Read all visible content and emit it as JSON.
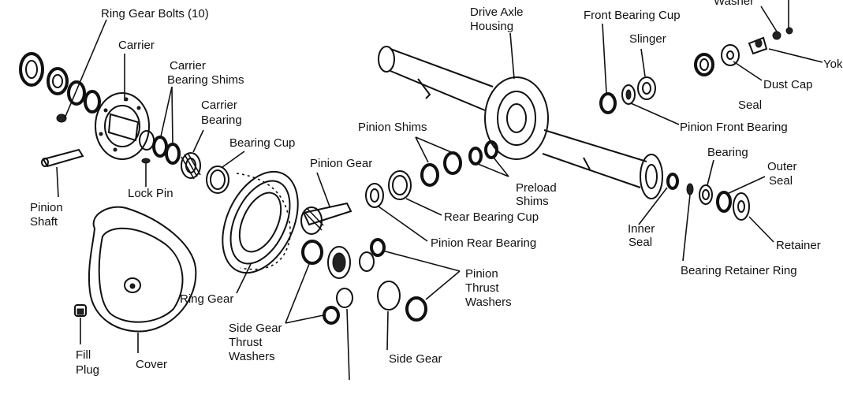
{
  "labels": {
    "ring_gear_bolts": "Ring Gear Bolts (10)",
    "carrier": "Carrier",
    "carrier_bearing_shims_1": "Carrier",
    "carrier_bearing_shims_2": "Bearing Shims",
    "carrier_bearing_1": "Carrier",
    "carrier_bearing_2": "Bearing",
    "bearing_cup": "Bearing Cup",
    "lock_pin": "Lock Pin",
    "pinion_shaft_1": "Pinion",
    "pinion_shaft_2": "Shaft",
    "ring_gear": "Ring Gear",
    "fill_plug_1": "Fill",
    "fill_plug_2": "Plug",
    "cover": "Cover",
    "side_gear_thrust_washers_1": "Side Gear",
    "side_gear_thrust_washers_2": "Thrust",
    "side_gear_thrust_washers_3": "Washers",
    "side_gear": "Side Gear",
    "pinion_thrust_washers_1": "Pinion",
    "pinion_thrust_washers_2": "Thrust",
    "pinion_thrust_washers_3": "Washers",
    "pinion_gear": "Pinion Gear",
    "pinion_shims": "Pinion Shims",
    "preload_shims_1": "Preload",
    "preload_shims_2": "Shims",
    "rear_bearing_cup": "Rear Bearing Cup",
    "pinion_rear_bearing": "Pinion Rear Bearing",
    "drive_axle_housing_1": "Drive Axle",
    "drive_axle_housing_2": "Housing",
    "front_bearing_cup": "Front Bearing Cup",
    "slinger": "Slinger",
    "washer": "Washer",
    "yoke": "Yoke",
    "dust_cap": "Dust Cap",
    "seal": "Seal",
    "pinion_front_bearing": "Pinion Front Bearing",
    "bearing": "Bearing",
    "outer_seal_1": "Outer",
    "outer_seal_2": "Seal",
    "inner_seal_1": "Inner",
    "inner_seal_2": "Seal",
    "retainer": "Retainer",
    "bearing_retainer_ring": "Bearing Retainer Ring"
  },
  "colors": {
    "ink": "#111111",
    "paper": "#ffffff"
  }
}
